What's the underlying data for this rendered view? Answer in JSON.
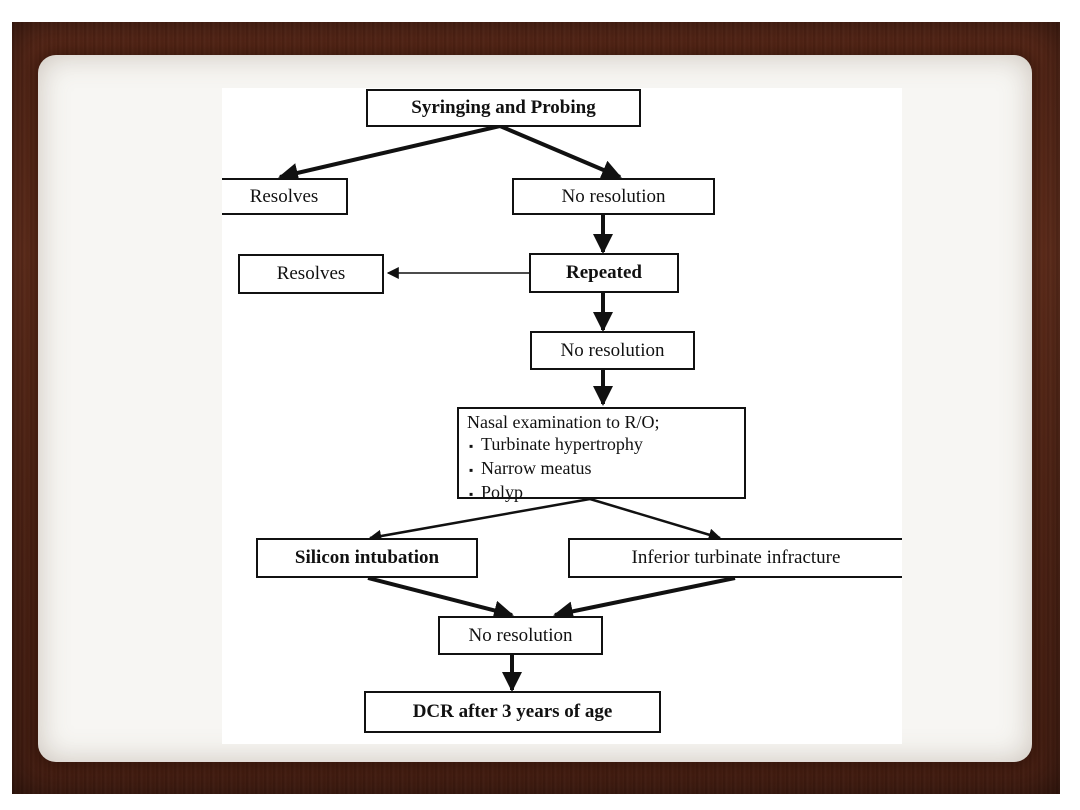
{
  "flowchart": {
    "nodes": {
      "syringing": "Syringing and Probing",
      "resolves1": "Resolves",
      "no_resolution1": "No resolution",
      "resolves2": "Resolves",
      "repeated": "Repeated",
      "no_resolution2": "No resolution",
      "nasal_exam": {
        "title": "Nasal examination to R/O;",
        "items": [
          "Turbinate hypertrophy",
          "Narrow meatus",
          "Polyp"
        ]
      },
      "silicon": "Silicon intubation",
      "inferior": "Inferior turbinate infracture",
      "no_resolution3": "No resolution",
      "dcr": "DCR after 3 years of age"
    }
  }
}
